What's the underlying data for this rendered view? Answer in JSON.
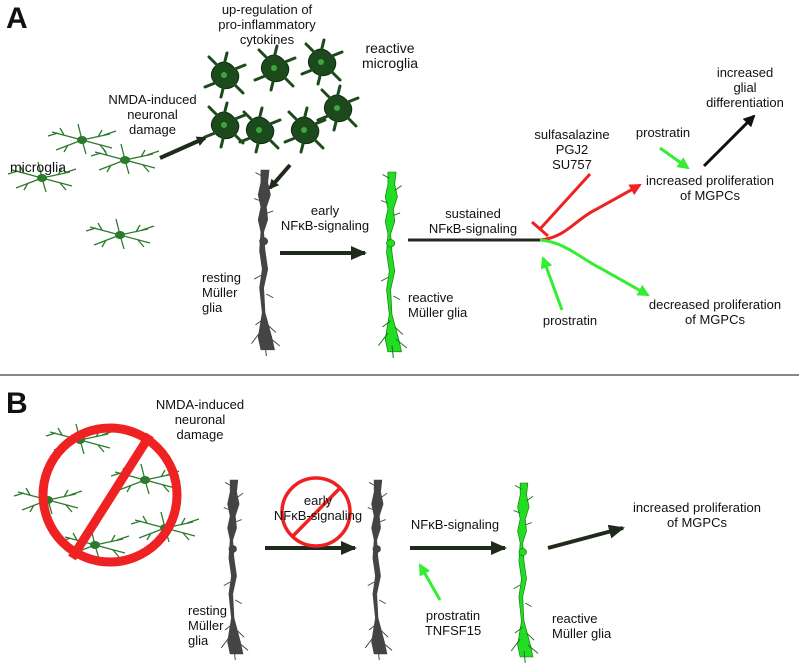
{
  "panel_a": {
    "letter": "A",
    "labels": {
      "upregulation": "up-regulation of\npro-inflammatory\ncytokines",
      "reactive_microglia": "reactive\nmicroglia",
      "nmda_damage": "NMDA-induced\nneuronal\ndamage",
      "microglia": "microglia",
      "early_nfkb": "early\nNFκB-signaling",
      "sustained_nfkb": "sustained\nNFκB-signaling",
      "resting_muller": "resting\nMüller\nglia",
      "reactive_muller": "reactive\nMüller glia",
      "inhibitors": "sulfasalazine\nPGJ2\nSU757",
      "prostratin_top": "prostratin",
      "prostratin_bottom": "prostratin",
      "increased_prolif": "increased proliferation\nof MGPCs",
      "decreased_prolif": "decreased proliferation\nof MGPCs",
      "glial_diff": "increased\nglial\ndifferentiation"
    }
  },
  "panel_b": {
    "letter": "B",
    "labels": {
      "nmda_damage": "NMDA-induced\nneuronal\ndamage",
      "early_nfkb": "early\nNFκB-signaling",
      "nfkb": "NFκB-signaling",
      "resting_muller": "resting\nMüller\nglia",
      "reactive_muller": "reactive\nMüller glia",
      "prostratin_tnfsf": "prostratin\nTNFSF15",
      "increased_prolif": "increased proliferation\nof MGPCs"
    }
  },
  "colors": {
    "dark_arrow": "#1f2a1c",
    "green": "#33ee33",
    "red": "#ee2222",
    "microglia_green": "#2d7a2d",
    "reactive_microglia": "#1c4a1c",
    "muller_gray": "#444444",
    "muller_green": "#22dd22"
  }
}
